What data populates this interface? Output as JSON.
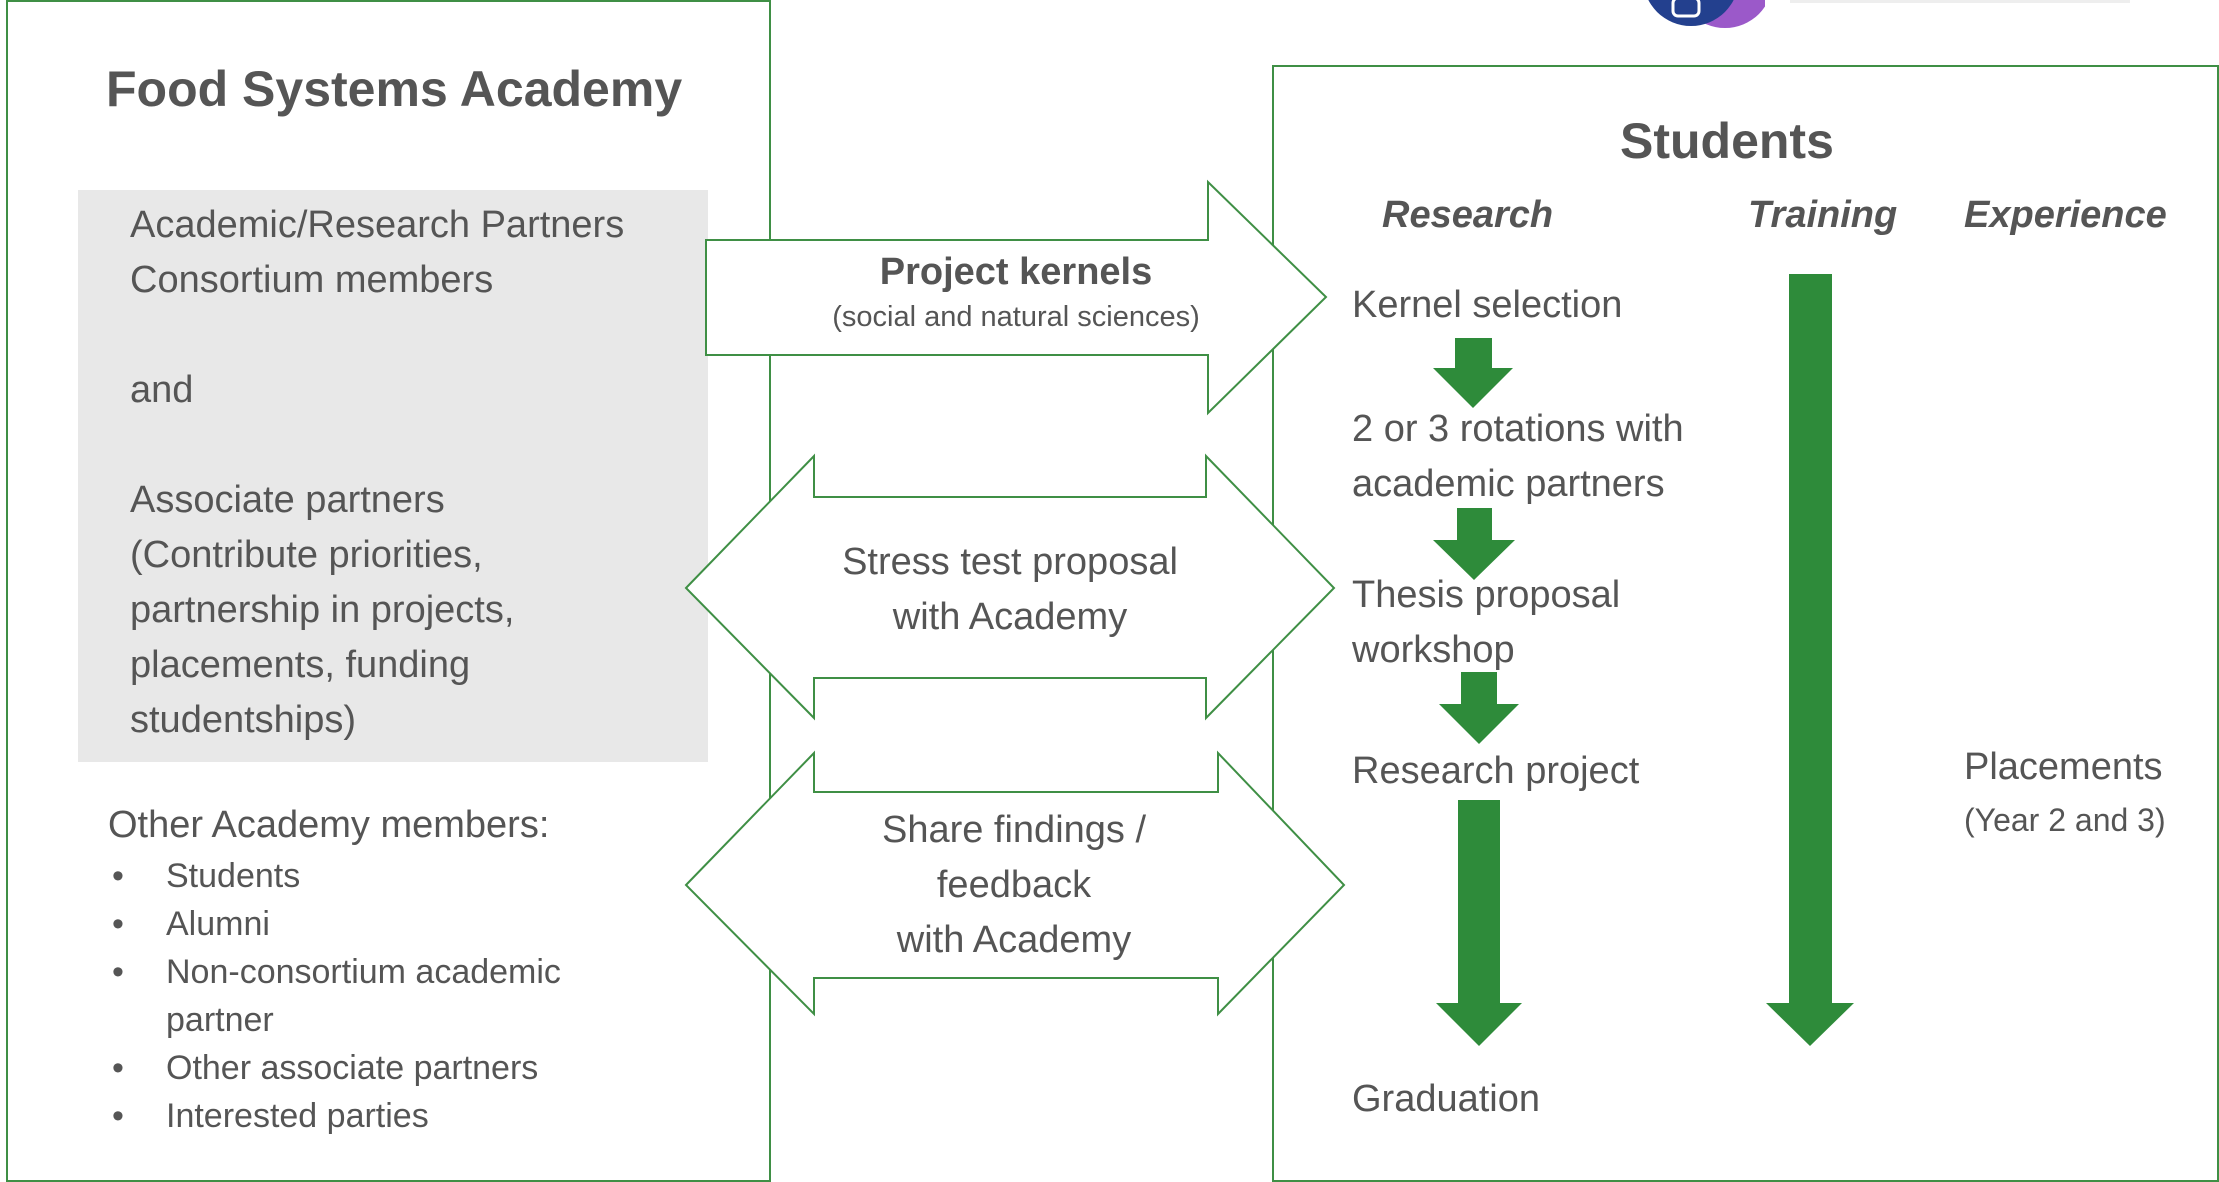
{
  "left": {
    "title": "Food Systems Academy",
    "partners_lines": [
      "Academic/Research Partners",
      "Consortium members",
      "",
      "and",
      "",
      "Associate partners",
      "(Contribute priorities,",
      "partnership in projects,",
      "placements, funding",
      "studentships)"
    ],
    "others_heading": "Other Academy members:",
    "others_items": [
      "Students",
      "Alumni",
      "Non-consortium academic",
      "partner",
      "Other associate partners",
      "Interested parties"
    ]
  },
  "connectors": {
    "kernels_title": "Project kernels",
    "kernels_subtitle": "(social and natural sciences)",
    "stress_line1": "Stress test proposal",
    "stress_line2": "with Academy",
    "share_line1": "Share findings /",
    "share_line2": "feedback",
    "share_line3": "with Academy"
  },
  "right": {
    "title": "Students",
    "col_research": "Research",
    "col_training": "Training",
    "col_experience": "Experience",
    "step_kernel": "Kernel selection",
    "step_rotations_1": "2 or 3 rotations with",
    "step_rotations_2": "academic partners",
    "step_thesis_1": "Thesis proposal",
    "step_thesis_2": "workshop",
    "step_research": "Research project",
    "step_graduation": "Graduation",
    "placements": "Placements",
    "placements_sub": "(Year 2 and 3)"
  },
  "colors": {
    "border_green": "#3f8f45",
    "arrow_green": "#2e8b3a",
    "box_grey": "#e8e8e8",
    "text_grey": "#555555"
  },
  "icons": [
    "logo-icon"
  ]
}
